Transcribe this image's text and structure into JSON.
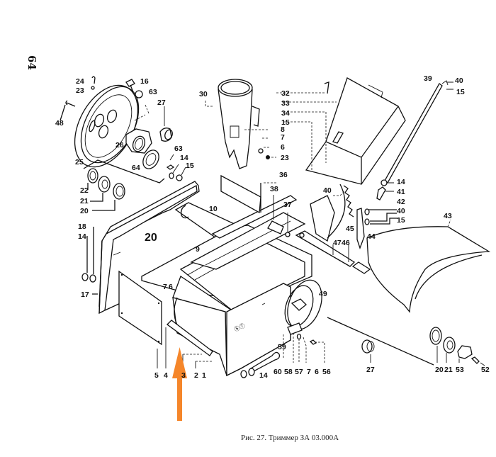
{
  "page_number": "64",
  "caption": "Рис. 27. Триммер ЗА 03.000А",
  "arrow_color": "#f5862a",
  "labels": {
    "l1": "1",
    "l2": "2",
    "l3": "3",
    "l4": "4",
    "l5": "5",
    "l6a": "6",
    "l6b": "6",
    "l6c": "6",
    "l7a": "7",
    "l7b": "7",
    "l7c": "7",
    "l8": "8",
    "l9": "9",
    "l10": "10",
    "l14a": "14",
    "l14b": "14",
    "l14c": "14",
    "l14d": "14",
    "l15a": "15",
    "l15b": "15",
    "l15c": "15",
    "l15d": "15",
    "l16": "16",
    "l17": "17",
    "l18": "18",
    "l20a": "20",
    "l20b": "20",
    "l20c": "20",
    "l21a": "21",
    "l21b": "21",
    "l22": "22",
    "l23a": "23",
    "l23b": "23",
    "l24": "24",
    "l25": "25",
    "l26": "26",
    "l27a": "27",
    "l27b": "27",
    "l30": "30",
    "l32": "32",
    "l33": "33",
    "l34": "34",
    "l36": "36",
    "l37": "37",
    "l38": "38",
    "l39": "39",
    "l40a": "40",
    "l40b": "40",
    "l40c": "40",
    "l41": "41",
    "l42": "42",
    "l43": "43",
    "l44": "44",
    "l45": "45",
    "l46": "46",
    "l47": "47",
    "l48": "48",
    "l49": "49",
    "l52": "52",
    "l53": "53",
    "l56": "56",
    "l57": "57",
    "l58": "58",
    "l59": "59",
    "l60": "60",
    "l63a": "63",
    "l63b": "63",
    "l64": "64"
  }
}
